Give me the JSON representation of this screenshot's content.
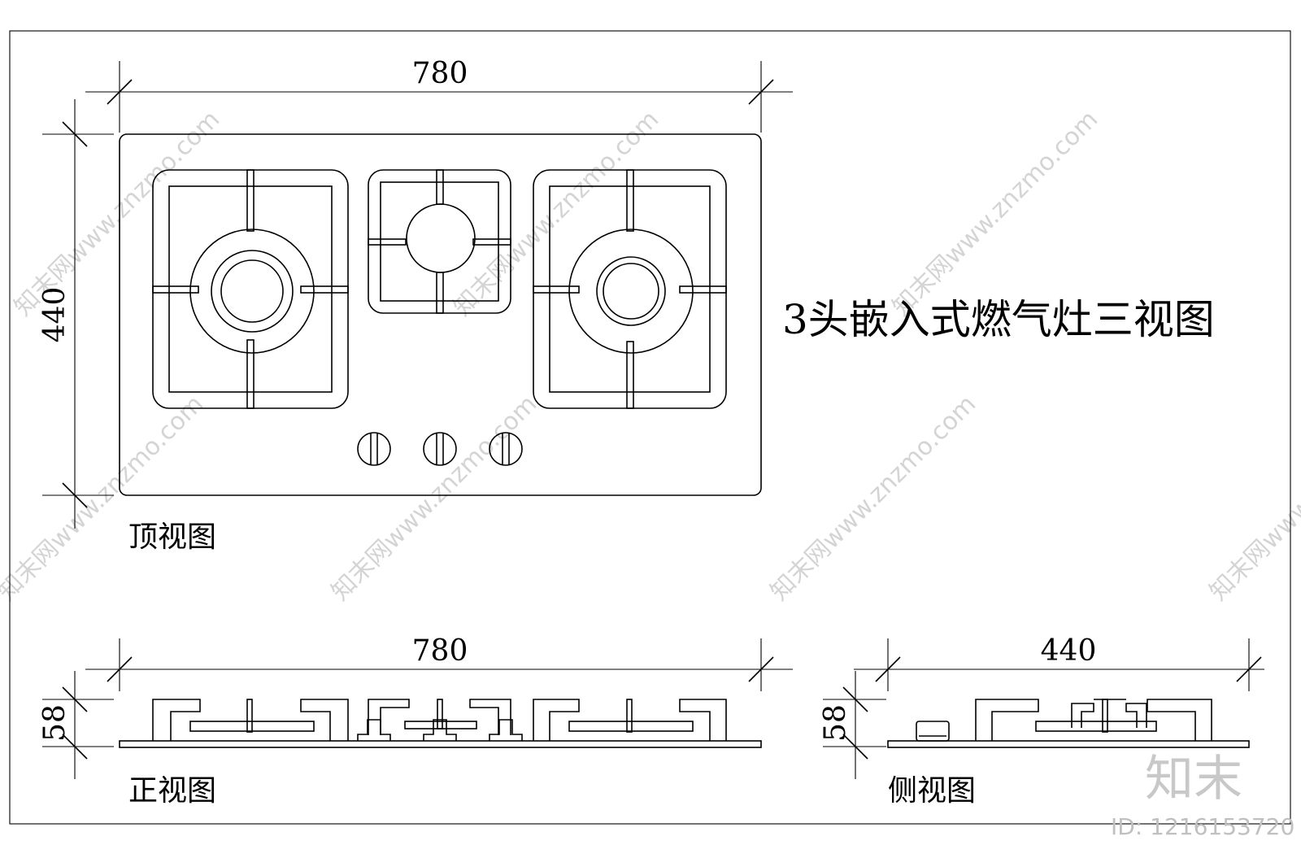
{
  "title": "3头嵌入式燃气灶三视图",
  "views": {
    "top": {
      "label": "顶视图",
      "width_dim": "780",
      "depth_dim": "440"
    },
    "front": {
      "label": "正视图",
      "width_dim": "780",
      "height_dim": "58"
    },
    "side": {
      "label": "侧视图",
      "width_dim": "440",
      "height_dim": "58"
    }
  },
  "watermark": {
    "text": "知末网www.znzmo.com",
    "logo": "知末",
    "id": "ID: 1216153720"
  },
  "colors": {
    "line": "#000000",
    "watermark": "#d4d4d4"
  }
}
